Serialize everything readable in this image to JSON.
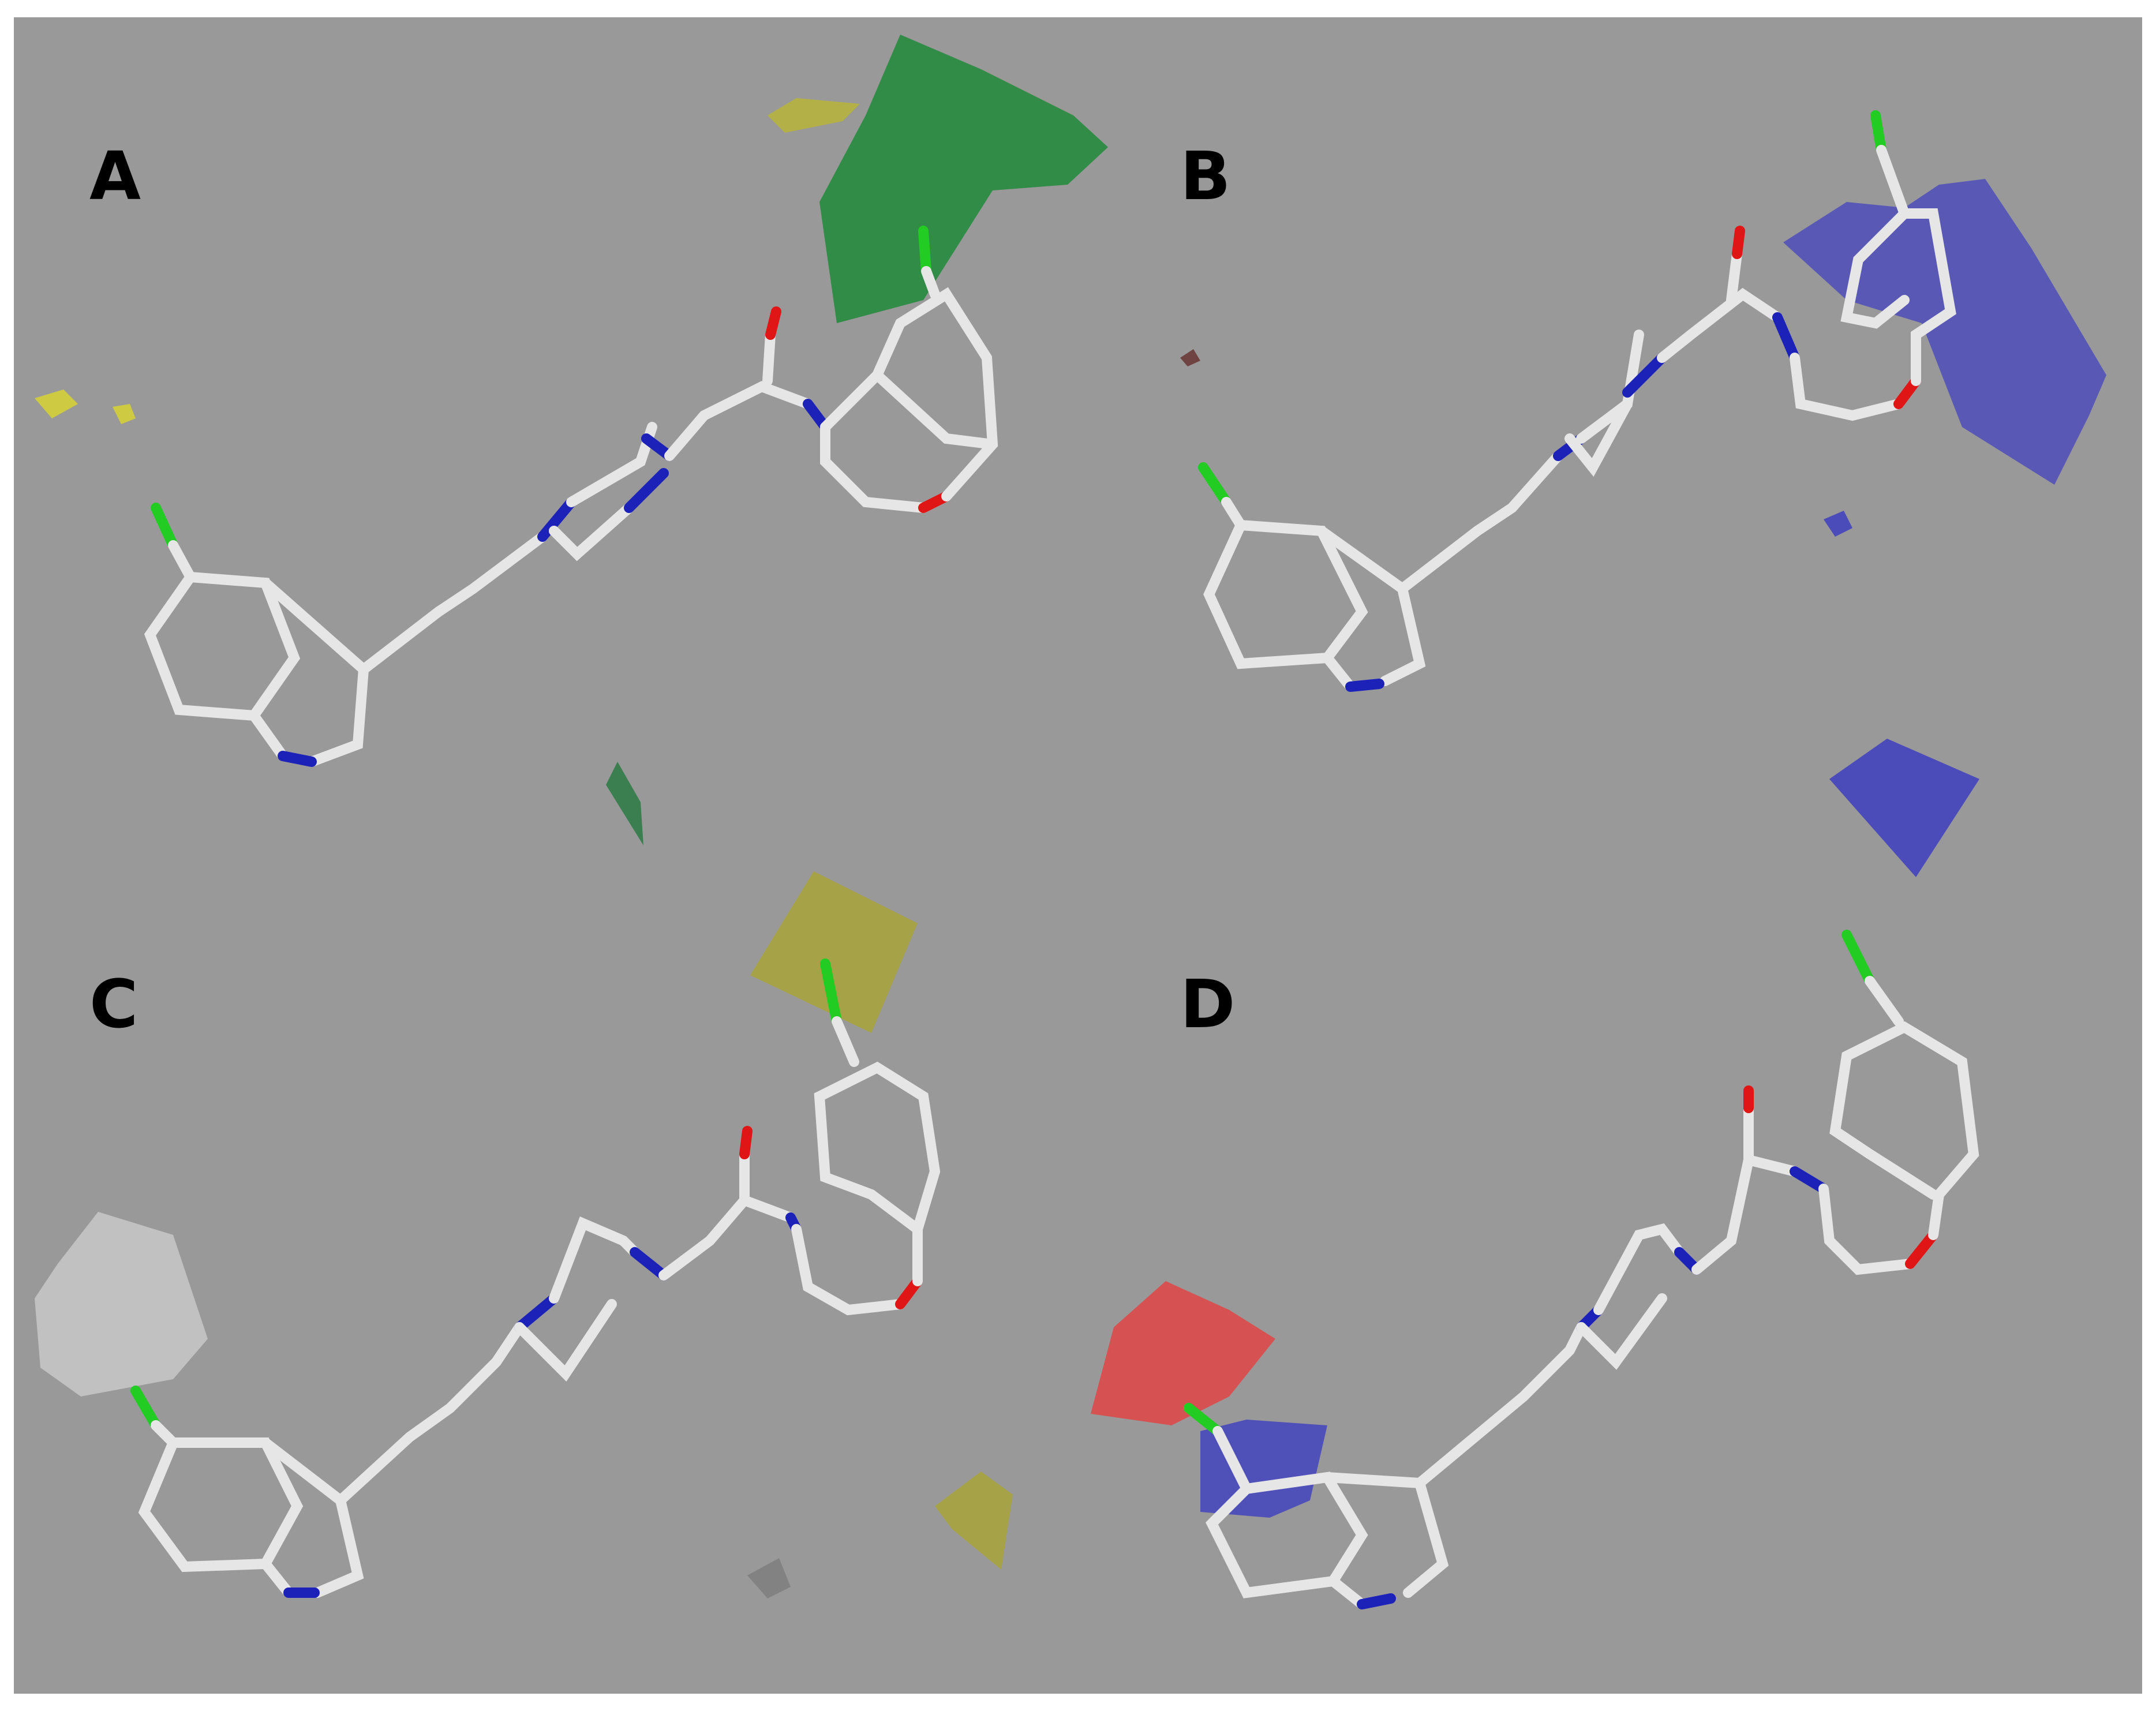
{
  "figure": {
    "background": "#999999",
    "panels": [
      {
        "label": "A",
        "contour_colors": [
          "#1f8a3a",
          "#c8c43a"
        ]
      },
      {
        "label": "B",
        "contour_colors": [
          "#3d3dc0",
          "#6b3a3a"
        ]
      },
      {
        "label": "C",
        "contour_colors": [
          "#a8a33a",
          "#c8c8c8",
          "#808080"
        ]
      },
      {
        "label": "D",
        "contour_colors": [
          "#e04444",
          "#3d3dc0"
        ]
      }
    ],
    "atom_colors": {
      "carbon": "#e6e6e6",
      "nitrogen": "#1c22b8",
      "oxygen": "#e01515",
      "chlorine": "#22cc22"
    }
  }
}
